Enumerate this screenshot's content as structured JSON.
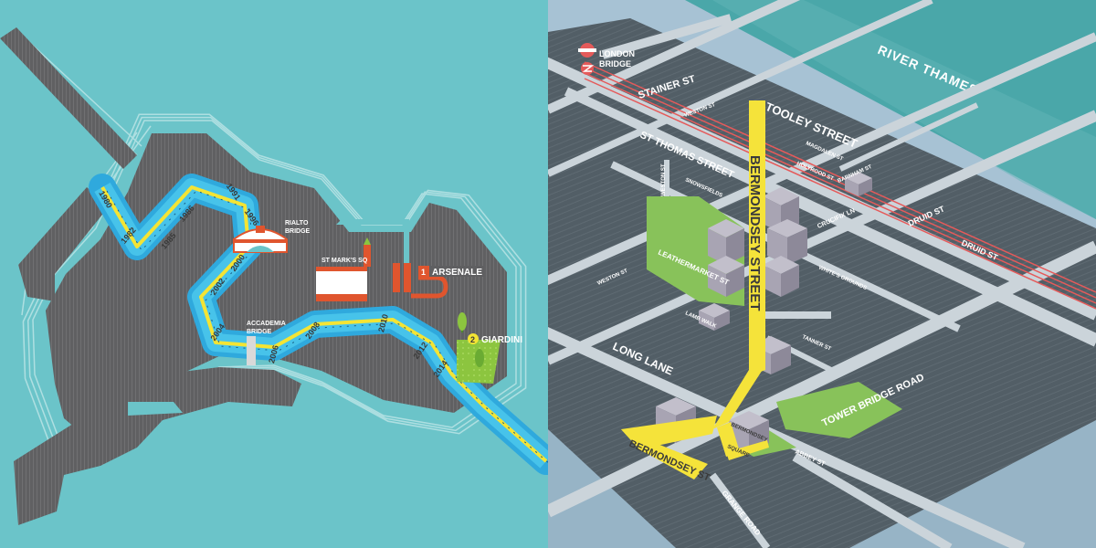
{
  "venice": {
    "years": [
      "1980",
      "1982",
      "1985",
      "1986",
      "1991",
      "1996",
      "2000",
      "2002",
      "2004",
      "2006",
      "2008",
      "2010",
      "2012",
      "2014"
    ],
    "places": {
      "rialto_line1": "RIALTO",
      "rialto_line2": "BRIDGE",
      "st_marks": "ST MARK'S SQ",
      "accademia_line1": "ACCADEMIA",
      "accademia_line2": "BRIDGE"
    },
    "venues": {
      "arsenale_number": "1",
      "arsenale": "ARSENALE",
      "giardini_number": "2",
      "giardini": "GIARDINI"
    },
    "colors": {
      "water": "#6bc4c9",
      "land": "#5f5f61",
      "route": "#2fa9dd",
      "route_center": "#f4e434",
      "brick": "#e0552e",
      "park": "#8cc53f"
    }
  },
  "london": {
    "station_line1": "LONDON",
    "station_line2": "BRIDGE",
    "river": "RIVER THAMES",
    "streets": {
      "stainer": "STAINER ST",
      "weston_top": "WESTON ST",
      "st_thomas": "ST THOMAS STREET",
      "tooley": "TOOLEY STREET",
      "bermondsey_street": "BERMONDSEY STREET",
      "magdalen": "MAGDALEN ST",
      "holyrood": "HOLYROOD ST",
      "barnham": "BARNHAM ST",
      "druid_1": "DRUID ST",
      "druid_2": "DRUID ST",
      "crucifix": "CRUCIFIX LN",
      "whites": "WHITE'S GROUNDS",
      "snowsfields": "SNOWSFIELDS",
      "weston_vertical": "WESTON ST",
      "weston_lower": "WESTON ST",
      "leathermarket": "LEATHERMARKET ST",
      "lamb_walk": "LAMB WALK",
      "long_lane": "LONG LANE",
      "tanner": "TANNER ST",
      "tower_bridge_road": "TOWER BRIDGE ROAD",
      "bermondsey_sq_1": "BERMONDSEY",
      "bermondsey_sq_2": "SQUARE",
      "abbey": "ABBEY ST",
      "bermondsey_st": "BERMONDSEY ST",
      "grange": "GRANGE ROAD"
    },
    "colors": {
      "sky": "#a7c2d4",
      "river": "#4aa7a9",
      "block": "#525e66",
      "road": "#cbd4da",
      "highlight": "#f5e33a",
      "rail": "#e55a5a",
      "park": "#88c25a",
      "building": "#a8a4b3"
    }
  }
}
